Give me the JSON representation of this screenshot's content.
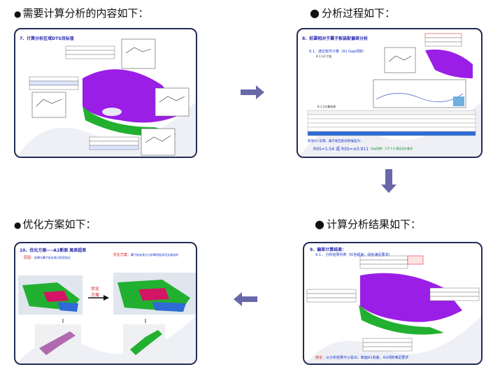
{
  "captions": {
    "top_left": "需要计算分析的内容如下：",
    "top_right": "分析过程如下：",
    "bottom_left": "优化方案如下：",
    "bottom_right": "计算分析结果如下："
  },
  "bullets": {
    "small": "●",
    "large": "●"
  },
  "slides": {
    "s1": {
      "title": "7、计算分析区域DTS目标值"
    },
    "s2": {
      "title": "8、前罩相对于翼子板装配偏差分析",
      "sub1": "8.1、通过软件计算（A1 Gap间隙）",
      "sub2": "8.1.1尺寸链",
      "sub3": "8.1.2计算结果",
      "formula_label": "新值A1:前罩、翼子板匹配间隙偏差为：",
      "formula": "RSS=1.54 或 RSS=±0.911",
      "formula_note": "Gap间隙：3.5°1.0 满足设计要求"
    },
    "s3": {
      "title": "10、优化方案----A1断面 高差超差",
      "reason_label": "原因：",
      "reason_text": "前罩与翼子板安装点距离较远",
      "plan_label": "优化方案：",
      "plan_text": "翼子板安装点与前罩铰链采用支架结构",
      "arrow_label": "优化\n方案"
    },
    "s4": {
      "title": "9、偏差计算结果：",
      "sub": "9.1 、分析结果列表（红色超差，绿色满足要求）",
      "conclusion_label": "结论：",
      "conclusion_text": "从分析结果可以看出：断面A1高差、A2间隙满足要求"
    }
  },
  "colors": {
    "frame": "#222b55",
    "arrow": "#6868a8",
    "title_blue": "#2a2ab0",
    "car_purple": "#9a1ee6",
    "car_green": "#22b030"
  }
}
